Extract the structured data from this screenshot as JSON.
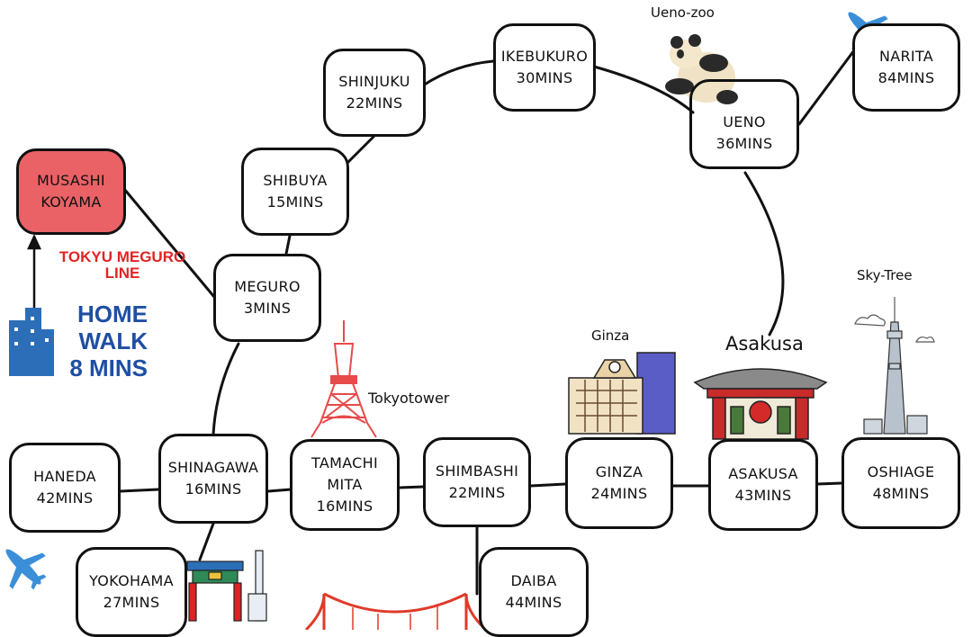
{
  "colors": {
    "origin_fill": "#ea6266",
    "line_name": "#e02424",
    "home_text": "#1f4fa3",
    "plane": "#3b8fd9",
    "bridge": "#e03a2a",
    "tower": "#e84a4a"
  },
  "stations": {
    "musashi_koyama": [
      "MUSASHI",
      "KOYAMA"
    ],
    "meguro": [
      "MEGURO",
      "3MINS"
    ],
    "shibuya": [
      "SHIBUYA",
      "15MINS"
    ],
    "shinjuku": [
      "SHINJUKU",
      "22MINS"
    ],
    "ikebukuro": [
      "IKEBUKURO",
      "30MINS"
    ],
    "ueno": [
      "UENO",
      "36MINS"
    ],
    "narita": [
      "NARITA",
      "84MINS"
    ],
    "shinagawa": [
      "SHINAGAWA",
      "16MINS"
    ],
    "haneda": [
      "HANEDA",
      "42MINS"
    ],
    "yokohama": [
      "YOKOHAMA",
      "27MINS"
    ],
    "tamachi_mita": [
      "TAMACHI",
      "MITA",
      "16MINS"
    ],
    "shimbashi": [
      "SHIMBASHI",
      "22MINS"
    ],
    "daiba": [
      "DAIBA",
      "44MINS"
    ],
    "ginza": [
      "GINZA",
      "24MINS"
    ],
    "asakusa": [
      "ASAKUSA",
      "43MINS"
    ],
    "oshiage": [
      "OSHIAGE",
      "48MINS"
    ]
  },
  "line_label": [
    "TOKYU MEGURO",
    "LINE"
  ],
  "home_label": [
    "HOME",
    "WALK",
    "8 MINS"
  ],
  "landmarks": {
    "ueno_zoo": "Ueno-zoo",
    "tokyotower": "Tokyotower",
    "ginza": "Ginza",
    "asakusa": "Asakusa",
    "sky_tree": "Sky-Tree"
  },
  "icons": [
    "plane-icon",
    "panda-icon",
    "tokyo-tower-icon",
    "ginza-building-icon",
    "kaminarimon-gate-icon",
    "sky-tree-icon",
    "bridge-icon",
    "chinatown-gate-icon",
    "building-icon",
    "cloud-icon"
  ]
}
